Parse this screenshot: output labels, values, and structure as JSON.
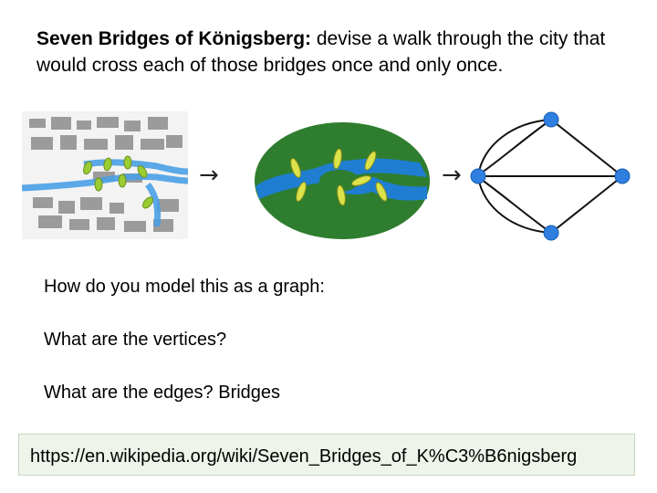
{
  "slide": {
    "title_bold": "Seven Bridges of Königsberg:",
    "title_rest": "  devise a walk through the city that would cross each of those bridges once and only once.",
    "questions": [
      "How do you model this as a graph:",
      "What are the vertices?",
      "What are the edges?  Bridges"
    ],
    "url": "https://en.wikipedia.org/wiki/Seven_Bridges_of_K%C3%B6nigsberg"
  },
  "figure": {
    "arrow_glyph": "→",
    "colors": {
      "river": "#1f7ed1",
      "island_green": "#2f7d2f",
      "bridge_yellow": "#dbe24a",
      "vertex": "#2e7fe0",
      "edge": "#111111",
      "city_gray": "#8c8c8c"
    }
  }
}
